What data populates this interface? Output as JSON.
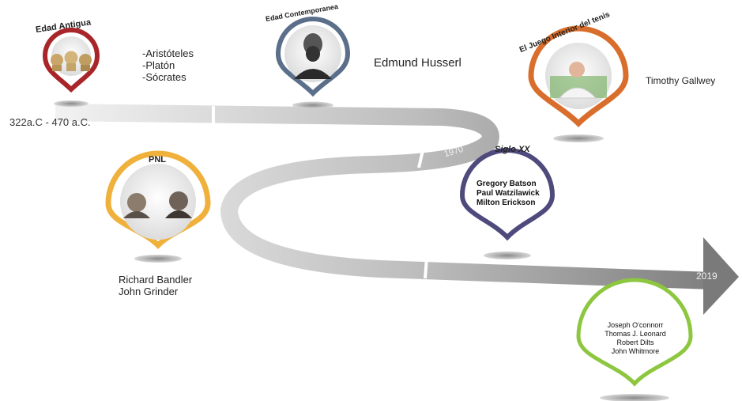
{
  "timeline": {
    "start_label": "322a.C - 470 a.C.",
    "year_1970": "1970",
    "year_2019": "2019"
  },
  "pins": {
    "antigua": {
      "title": "Edad Antigua",
      "names": [
        "-Aristóteles",
        "-Platón",
        "-Sócrates"
      ],
      "color": "#a8262a"
    },
    "contemporanea": {
      "title": "Edad Contemporanea",
      "name": "Edmund Husserl",
      "color": "#5b6f8a"
    },
    "juego": {
      "title": "El Juego Interior del tenis",
      "name": "Timothy Gallwey",
      "color": "#d96e2c"
    },
    "pnl": {
      "title": "PNL",
      "names": [
        "Richard Bandler",
        "John Grinder"
      ],
      "color": "#f0b13c"
    },
    "sigloxx": {
      "title": "Siglo XX",
      "names": [
        "Gregory Batson",
        "Paul Watzilawick",
        "Milton Erickson"
      ],
      "color": "#4f4a7c"
    },
    "actual": {
      "names": [
        "Joseph O'connorr",
        "Thomas J. Leonard",
        "Robert Dilts",
        "John Whitmore"
      ],
      "color": "#8dc63f"
    }
  }
}
